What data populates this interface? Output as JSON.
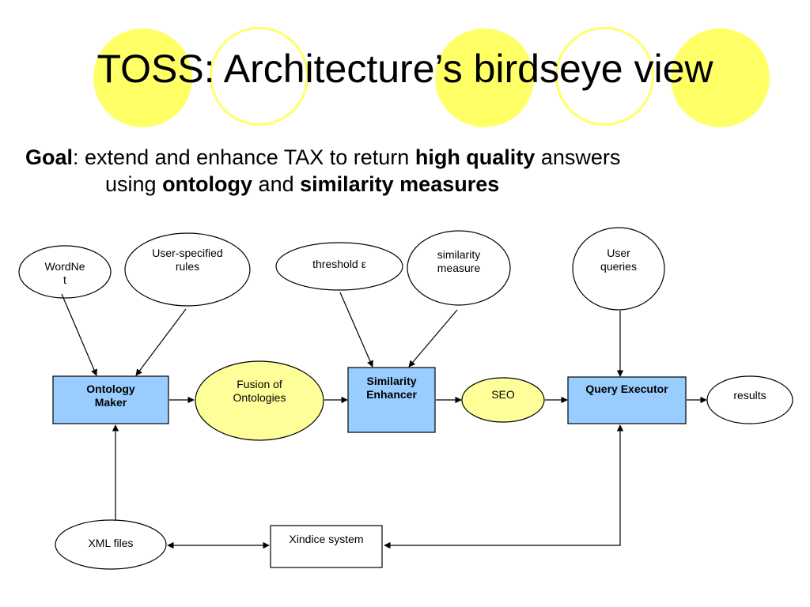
{
  "slide": {
    "title": "TOSS: Architecture’s birdseye view",
    "goal": {
      "label": "Goal",
      "colon": ":",
      "t1": " extend and enhance TAX to return ",
      "b1": "high quality",
      "t2": " answers",
      "t3": "using ",
      "b2": "ontology",
      "t4": " and ",
      "b3": "similarity measures"
    },
    "accent_color": "#ffff66"
  },
  "diagram": {
    "nodes": {
      "wordnet": "WordNe\nt",
      "user_rules": "User-specified\nrules",
      "threshold": "threshold ε",
      "similarity_measure": "similarity\nmeasure",
      "user_queries": "User\nqueries",
      "ontology_maker": "Ontology\nMaker",
      "fusion": "Fusion of\nOntologies",
      "similarity_enhancer": "Similarity\nEnhancer",
      "seo": "SEO",
      "query_executor": "Query Executor",
      "results": "results",
      "xml_files": "XML files",
      "xindice": "Xindice system"
    },
    "box_color": "#99ccff",
    "ellipse_highlight_color": "#ffff99"
  }
}
